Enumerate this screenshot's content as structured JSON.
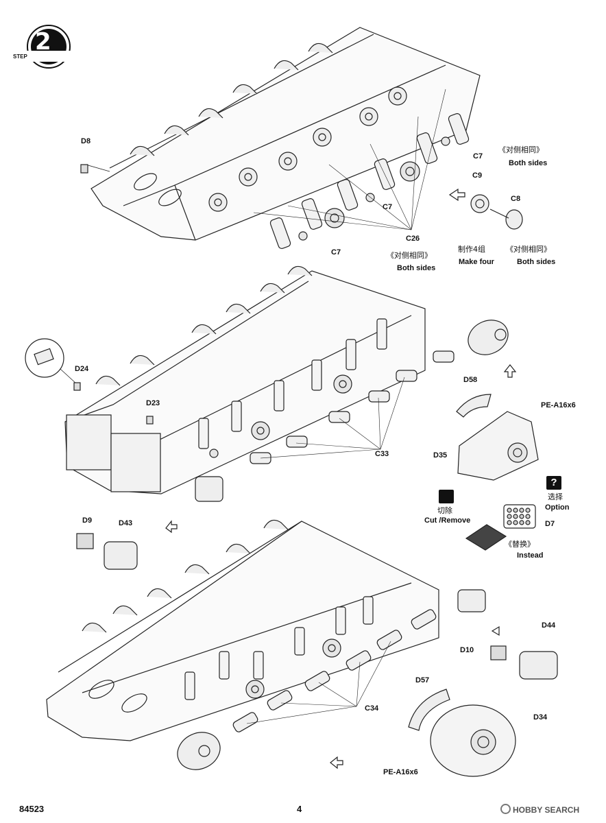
{
  "step": {
    "number": "2",
    "word": "STEP"
  },
  "labels": {
    "d8": "D8",
    "c7_top": "C7",
    "c7_mid": "C7",
    "c7_bot": "C7",
    "c9": "C9",
    "c8": "C8",
    "c26": "C26",
    "same_side_cn_1": "《对侧相同》",
    "both_sides_1": "Both sides",
    "same_side_cn_2": "《对侧相同》",
    "both_sides_2": "Both sides",
    "same_side_cn_3": "《对侧相同》",
    "both_sides_3": "Both sides",
    "make_four_cn": "制作4组",
    "make_four": "Make four",
    "d24": "D24",
    "d23": "D23",
    "c33": "C33",
    "d58": "D58",
    "pe_a16x6_1": "PE-A16x6",
    "d35": "D35",
    "option_cn": "选择",
    "option": "Option",
    "cut_cn": "切除",
    "cut_remove": "Cut /Remove",
    "d7": "D7",
    "instead_cn": "《替换》",
    "instead": "Instead",
    "d9": "D9",
    "d43": "D43",
    "d44": "D44",
    "d10": "D10",
    "c34": "C34",
    "d57": "D57",
    "d34": "D34",
    "pe_a16x6_2": "PE-A16x6"
  },
  "footer": {
    "code": "84523",
    "page": "4",
    "watermark": "HOBBY SEARCH"
  }
}
